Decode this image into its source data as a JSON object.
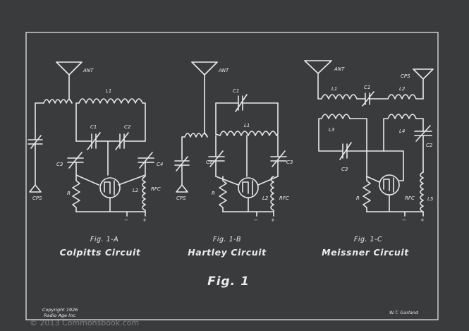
{
  "figures": [
    {
      "fig_label": "Fig. 1-A",
      "circuit_name": "Colpitts Circuit",
      "component_labels": [
        "ANT",
        "L1",
        "C1",
        "C2",
        "C3",
        "C4",
        "R",
        "L2",
        "RFC",
        "CPS"
      ]
    },
    {
      "fig_label": "Fig. 1-B",
      "circuit_name": "Hartley Circuit",
      "component_labels": [
        "ANT",
        "C1",
        "L1",
        "C2",
        "C3",
        "R",
        "L2",
        "RFC",
        "CPS"
      ]
    },
    {
      "fig_label": "Fig. 1-C",
      "circuit_name": "Meissner Circuit",
      "component_labels": [
        "ANT",
        "CPS",
        "L1",
        "C1",
        "L2",
        "L3",
        "L4",
        "C2",
        "C3",
        "R",
        "RFC",
        "L5"
      ]
    }
  ],
  "main_caption": "Fig. 1",
  "copyright": [
    "Copyright 1926",
    "Radio Age Inc."
  ],
  "signature": "W.T. Garland",
  "watermark": "© 2013 Commonsbook.com",
  "colors": {
    "background": "#3a3b3d",
    "ink": "#e9e9e9",
    "border": "#d8d8d8"
  }
}
